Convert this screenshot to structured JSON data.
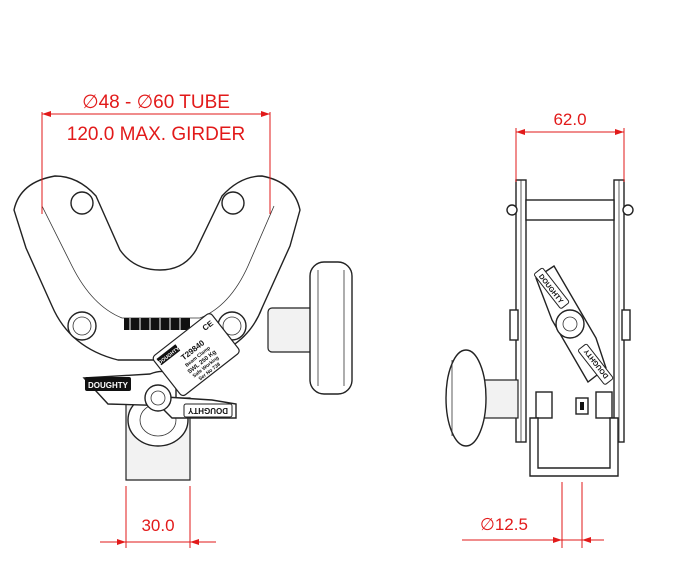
{
  "front_view": {
    "dim_tube": "∅48 - ∅60 TUBE",
    "dim_girder": "120.0 MAX. GIRDER",
    "dim_bottom": "30.0",
    "label_left": "DOUGHTY",
    "label_right": "DOUGHTY",
    "plate": {
      "brand": "DOUGHTY",
      "mark": "CE",
      "model": "T29840",
      "desc": "Beam Clamp",
      "swl": "SWL 250 Kg",
      "line4": "Safe Working",
      "line5": "Ser No 738"
    }
  },
  "side_view": {
    "dim_top": "62.0",
    "dim_bottom": "∅12.5",
    "label_upper": "DOUGHTY",
    "label_lower": "DOUGHTY"
  },
  "colors": {
    "dimension": "#e21a1a",
    "outline": "#222222"
  }
}
